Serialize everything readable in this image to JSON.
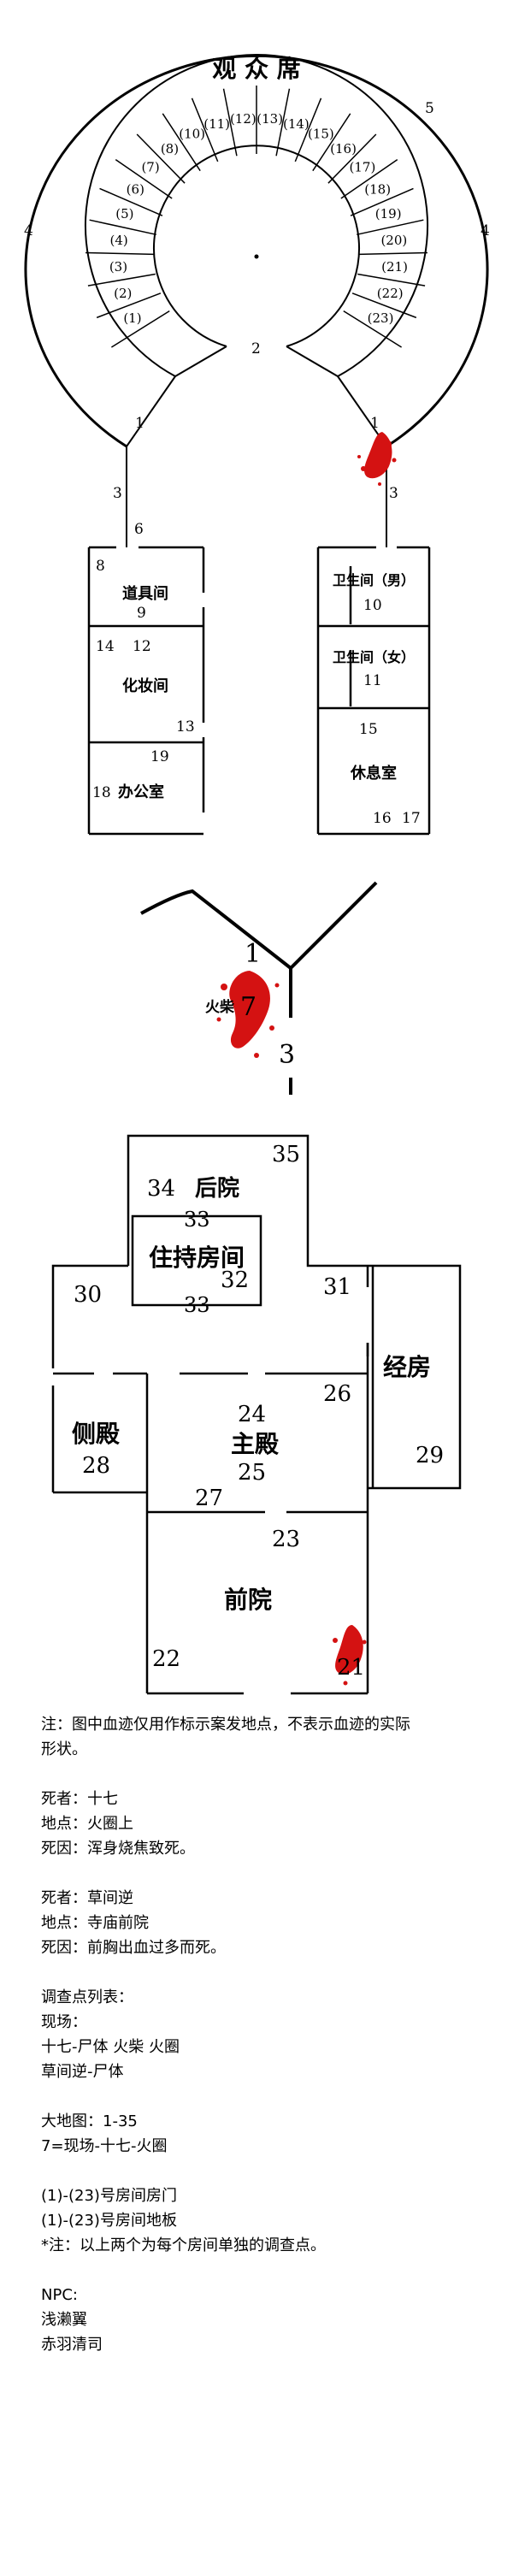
{
  "map1": {
    "title": "观 众 席",
    "seats": [
      "(1)",
      "(2)",
      "(3)",
      "(4)",
      "(5)",
      "(6)",
      "(7)",
      "(8)",
      "(10)",
      "(11)",
      "(12)",
      "(13)",
      "(14)",
      "(15)",
      "(16)",
      "(17)",
      "(18)",
      "(19)",
      "(20)",
      "(21)",
      "(22)",
      "(23)"
    ],
    "points": {
      "p1_left": "1",
      "p1_right": "1",
      "p2": "2",
      "p3_left": "3",
      "p3_right": "3",
      "p4_left": "4",
      "p4_right": "4",
      "p5": "5",
      "p6": "6"
    },
    "rooms": {
      "props": {
        "name": "道具间",
        "n8": "8",
        "n9": "9"
      },
      "makeup": {
        "name": "化妆间",
        "n14": "14",
        "n12": "12",
        "n13": "13"
      },
      "office": {
        "name": "办公室",
        "n18": "18",
        "n19": "19"
      },
      "wc_male": {
        "name": "卫生间（男）",
        "n10": "10"
      },
      "wc_female": {
        "name": "卫生间（女）",
        "n11": "11"
      },
      "lounge": {
        "name": "休息室",
        "n15": "15",
        "n16": "16",
        "n17": "17"
      }
    }
  },
  "map2": {
    "n1": "1",
    "n3": "3",
    "n7": "7",
    "label": "火柴"
  },
  "map3": {
    "rooms": {
      "backyard": "后院",
      "abbot": "住持房间",
      "side_hall": "侧殿",
      "main_hall": "主殿",
      "sutra": "经房",
      "front_yard": "前院"
    },
    "numbers": {
      "n21": "21",
      "n22": "22",
      "n23": "23",
      "n24": "24",
      "n25": "25",
      "n26": "26",
      "n27": "27",
      "n28": "28",
      "n29": "29",
      "n30": "30",
      "n31": "31",
      "n32": "32",
      "n33a": "33",
      "n33b": "33",
      "n34": "34",
      "n35": "35"
    }
  },
  "notes": {
    "note": [
      "注：图中血迹仅用作标示案发地点，不表示血迹的实际",
      "形状。"
    ],
    "victim1": [
      "死者：十七",
      "地点：火圈上",
      "死因：浑身烧焦致死。"
    ],
    "victim2": [
      "死者：草间逆",
      "地点：寺庙前院",
      "死因：前胸出血过多而死。"
    ],
    "investigation": [
      "调查点列表：",
      "现场：",
      "十七-尸体  火柴  火圈",
      "草间逆-尸体"
    ],
    "bigmap": [
      "大地图：1-35",
      "7=现场-十七-火圈"
    ],
    "rooms": [
      "(1)-(23)号房间房门",
      "(1)-(23)号房间地板",
      "*注：以上两个为每个房间单独的调查点。"
    ],
    "npc": [
      "NPC:",
      "浅濑翼",
      "赤羽清司"
    ]
  },
  "colors": {
    "blood": "#d41212",
    "line": "#000000"
  }
}
